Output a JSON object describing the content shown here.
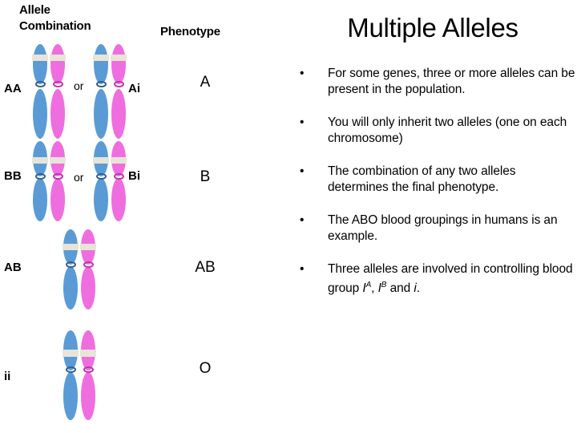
{
  "diagram": {
    "headers": {
      "allele_combination": "Allele\nCombination",
      "phenotype": "Phenotype"
    },
    "or_label": "or",
    "rows": [
      {
        "id": "row-a",
        "genotype_left": "AA",
        "genotype_right": "Ai",
        "or_label": "or",
        "phenotype": "A",
        "pair_count": 2
      },
      {
        "id": "row-b",
        "genotype_left": "BB",
        "genotype_right": "Bi",
        "or_label": "or",
        "phenotype": "B",
        "pair_count": 2
      },
      {
        "id": "row-ab",
        "genotype_left": "AB",
        "genotype_right": "",
        "or_label": "",
        "phenotype": "AB",
        "pair_count": 1
      },
      {
        "id": "row-o",
        "genotype_left": "ii",
        "genotype_right": "",
        "or_label": "",
        "phenotype": "O",
        "pair_count": 1
      }
    ],
    "colors": {
      "chromosome_blue": "#5b9bd5",
      "chromosome_pink": "#ee6ee0",
      "band_cream": "#e8e4d8",
      "centromere_blue": "#2f5f96",
      "centromere_pink": "#c232b4",
      "background": "#ffffff",
      "text": "#000000"
    }
  },
  "content": {
    "title": "Multiple Alleles",
    "bullet_marker": "•",
    "bullets": [
      {
        "text": "For some genes, three or more alleles can be present in the population.",
        "html": "For some genes, three or more alleles can be present in the population."
      },
      {
        "text": "You will only inherit two alleles (one on each chromosome)",
        "html": "You will only inherit two alleles (one on each chromosome)"
      },
      {
        "text": "The combination of any two alleles determines the final phenotype.",
        "html": "The combination of any two alleles determines the final phenotype."
      },
      {
        "text": "The ABO blood groupings in humans is an example.",
        "html": "The ABO blood groupings in humans is an example."
      },
      {
        "text": "Three alleles are involved in controlling blood group IA, IB and i.",
        "html": "Three alleles are involved in controlling blood group <i>I</i><sup>A</sup>, <i>I</i><sup>B</sup> and <i>i</i>."
      }
    ]
  }
}
